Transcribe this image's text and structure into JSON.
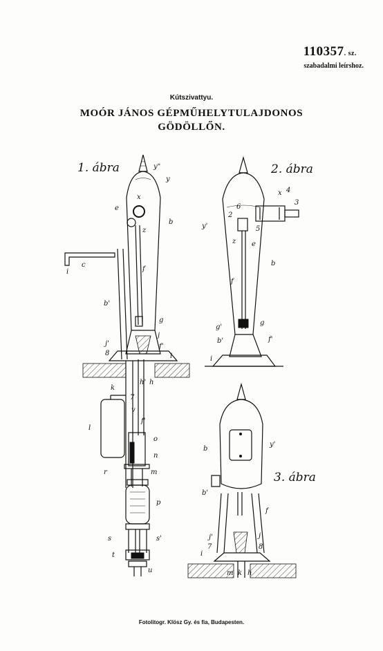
{
  "header": {
    "patent_number": "110357",
    "patent_number_suffix": ". sz.",
    "patent_subtitle": "szabadalmi leírshoz."
  },
  "title": "Kútszivattyu.",
  "owner": {
    "line1": "MOÓR JÁNOS GÉPMŰHELYTULAJDONOS",
    "line2": "GÖDÖLLŐN."
  },
  "figures": {
    "fig1_title": "1. ábra",
    "fig2_title": "2. ábra",
    "fig3_title": "3. ábra"
  },
  "labels": {
    "f1": {
      "y2": "y\"",
      "y": "y",
      "x": "x",
      "e": "e",
      "b": "b",
      "z": "z",
      "c": "c",
      "i_low": "i",
      "f": "f",
      "b1": "b'",
      "g": "g",
      "j1": "j'",
      "j": "j",
      "eight": "8",
      "f1": "f'",
      "i": "i",
      "h1": "h'",
      "h": "h",
      "k": "k",
      "seven": "7",
      "v": "v",
      "f1b": "f'",
      "l": "l",
      "o": "o",
      "n": "n",
      "r": "r",
      "m": "m",
      "p": "p",
      "s": "s",
      "s1": "s'",
      "t": "t",
      "u": "u"
    },
    "f2": {
      "x": "x",
      "four": "4",
      "three": "3",
      "two": "2",
      "y1": "y'",
      "six": "6",
      "five": "5",
      "z": "z",
      "e": "e",
      "b": "b",
      "f": "f",
      "g1": "g'",
      "g": "g",
      "b1": "b'",
      "f1": "f'",
      "i": "i"
    },
    "f3": {
      "b": "b",
      "y1": "y'",
      "b1": "b'",
      "f": "f",
      "j1": "j'",
      "j": "j",
      "seven": "7",
      "eight": "8",
      "i": "i",
      "m": "m",
      "k": "k",
      "h": "h"
    }
  },
  "footer": "Fotolitogr. Klösz Gy. és fia, Budapesten."
}
